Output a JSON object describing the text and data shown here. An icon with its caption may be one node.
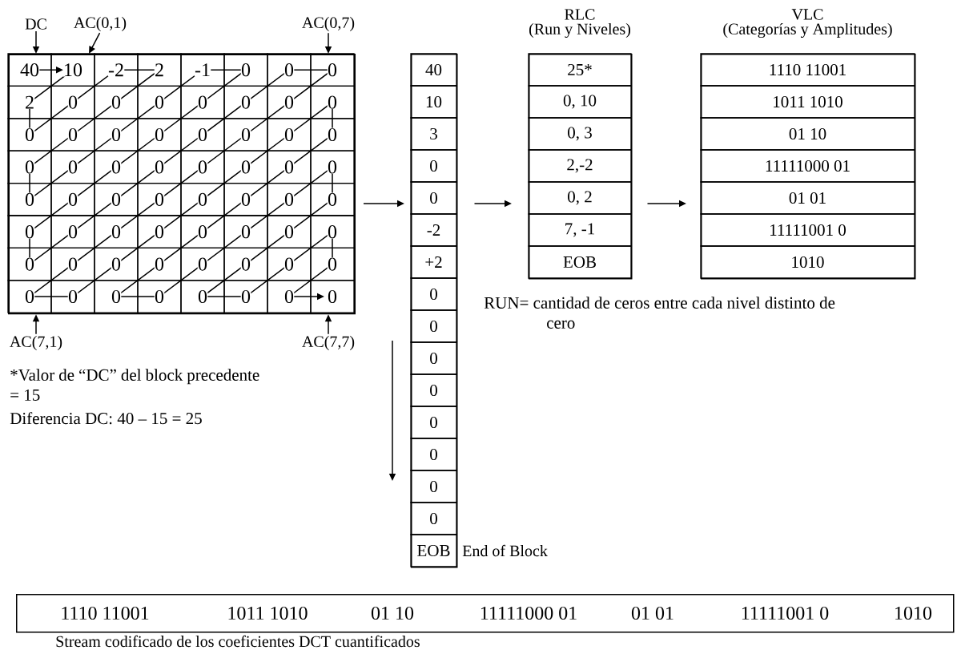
{
  "diagram": {
    "nodes": [
      {
        "text": [
          "40",
          "10",
          "-2",
          "2",
          "-1",
          "0",
          "0",
          "0",
          "2",
          "0",
          "0",
          "0",
          "0",
          "0",
          "0",
          "0",
          "0",
          "0",
          "0",
          "0",
          "0",
          "0",
          "0",
          "0",
          "0",
          "0",
          "0",
          "0",
          "0",
          "0",
          "0",
          "0",
          "0",
          "0",
          "0",
          "0",
          "0",
          "0",
          "0",
          "0",
          "0",
          "0",
          "0",
          "0",
          "0",
          "0",
          "0",
          "0",
          "0",
          "0",
          "0",
          "0",
          "0",
          "0",
          "0",
          "0",
          "0",
          "0",
          "0",
          "0",
          "0",
          "0",
          "0",
          "0"
        ]
      },
      {
        "text": [
          "40",
          "10",
          "3",
          "0",
          "0",
          "-2",
          "+2",
          "0",
          "0",
          "0",
          "0",
          "0",
          "0",
          "0",
          "0",
          "EOB"
        ],
        "beside": [
          "End of Block"
        ]
      },
      {
        "text": [
          "RLC",
          "(Run y Niveles)",
          "25*",
          "0, 10",
          "0, 3",
          "2,-2",
          "0, 2",
          "7, -1",
          "EOB"
        ]
      },
      {
        "text": [
          "VLC",
          "(Categorías y Amplitudes)",
          "1110  11001",
          "1011  1010",
          "01  10",
          "11111000  01",
          "01  01",
          "11111001  0",
          "1010"
        ]
      },
      {
        "text": [
          "1110 11001",
          "1011 1010",
          "01 10",
          "11111000 01",
          "01 01",
          "11111001 0",
          "1010"
        ],
        "beside": [
          "Stream codificado de los coeficientes DCT cuantificados"
        ]
      },
      {
        "text": [
          "DC"
        ]
      },
      {
        "text": [
          "AC(0,1)"
        ]
      },
      {
        "text": [
          "AC(0,7)"
        ]
      },
      {
        "text": [
          "AC(7,1)"
        ]
      },
      {
        "text": [
          "AC(7,7)"
        ]
      }
    ],
    "edges": [
      {
        "from": 0,
        "to": 1,
        "arrow": "to"
      },
      {
        "from": 1,
        "to": 2,
        "arrow": "to"
      },
      {
        "from": 2,
        "to": 3,
        "arrow": "to"
      },
      {
        "from": 5,
        "to": 0,
        "arrow": "to"
      },
      {
        "from": 6,
        "to": 0,
        "arrow": "to"
      },
      {
        "from": 7,
        "to": 0,
        "arrow": "to"
      },
      {
        "from": 8,
        "to": 0,
        "arrow": "to"
      },
      {
        "from": 9,
        "to": 0,
        "arrow": "to"
      }
    ],
    "labels": [
      "*Valor de “DC” del block precedente = 15",
      "Diferencia DC: 40 – 15 = 25",
      "RUN= cantidad de ceros entre cada nivel distinto de cero"
    ]
  }
}
